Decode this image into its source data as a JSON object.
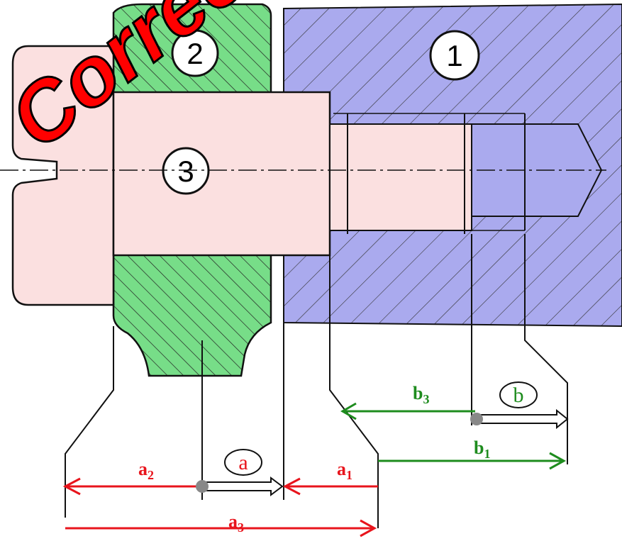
{
  "parts": {
    "part1": "1",
    "part2": "2",
    "part3": "3"
  },
  "labels": {
    "a1": "a",
    "a1_sub": "1",
    "a2": "a",
    "a2_sub": "2",
    "a3": "a",
    "a3_sub": "3",
    "b1": "b",
    "b1_sub": "1",
    "b3": "b",
    "b3_sub": "3",
    "a_point": "a",
    "b_point": "b"
  },
  "stamp": {
    "text": "Correct"
  },
  "colors": {
    "part1_fill": "#aaaaee",
    "part2_fill": "#77dd88",
    "part3_fill": "#fbe0e0",
    "dim_red": "#e8141c",
    "dim_green": "#1e8c1e",
    "stamp": "#ff0000"
  }
}
